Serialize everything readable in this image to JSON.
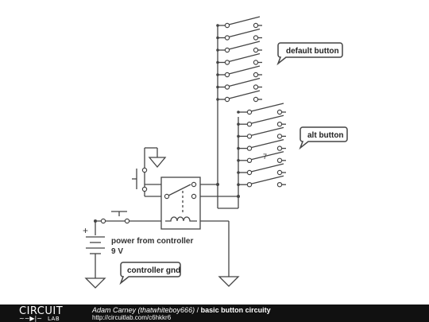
{
  "labels": {
    "default_button": "default button",
    "alt_button": "alt button",
    "power": "power from controller",
    "voltage": "9 V",
    "ground": "controller gnd",
    "plus": "+",
    "seven": "7"
  },
  "footer": {
    "logo_top": "CIRCUIT",
    "logo_bottom": "LAB",
    "logo_symbol": "~~▶|~",
    "author": "Adam Carney (thatwhiteboy666)",
    "separator": " / ",
    "title": "basic button circuity",
    "url": "http://circuitlab.com/c6hkkr6"
  }
}
